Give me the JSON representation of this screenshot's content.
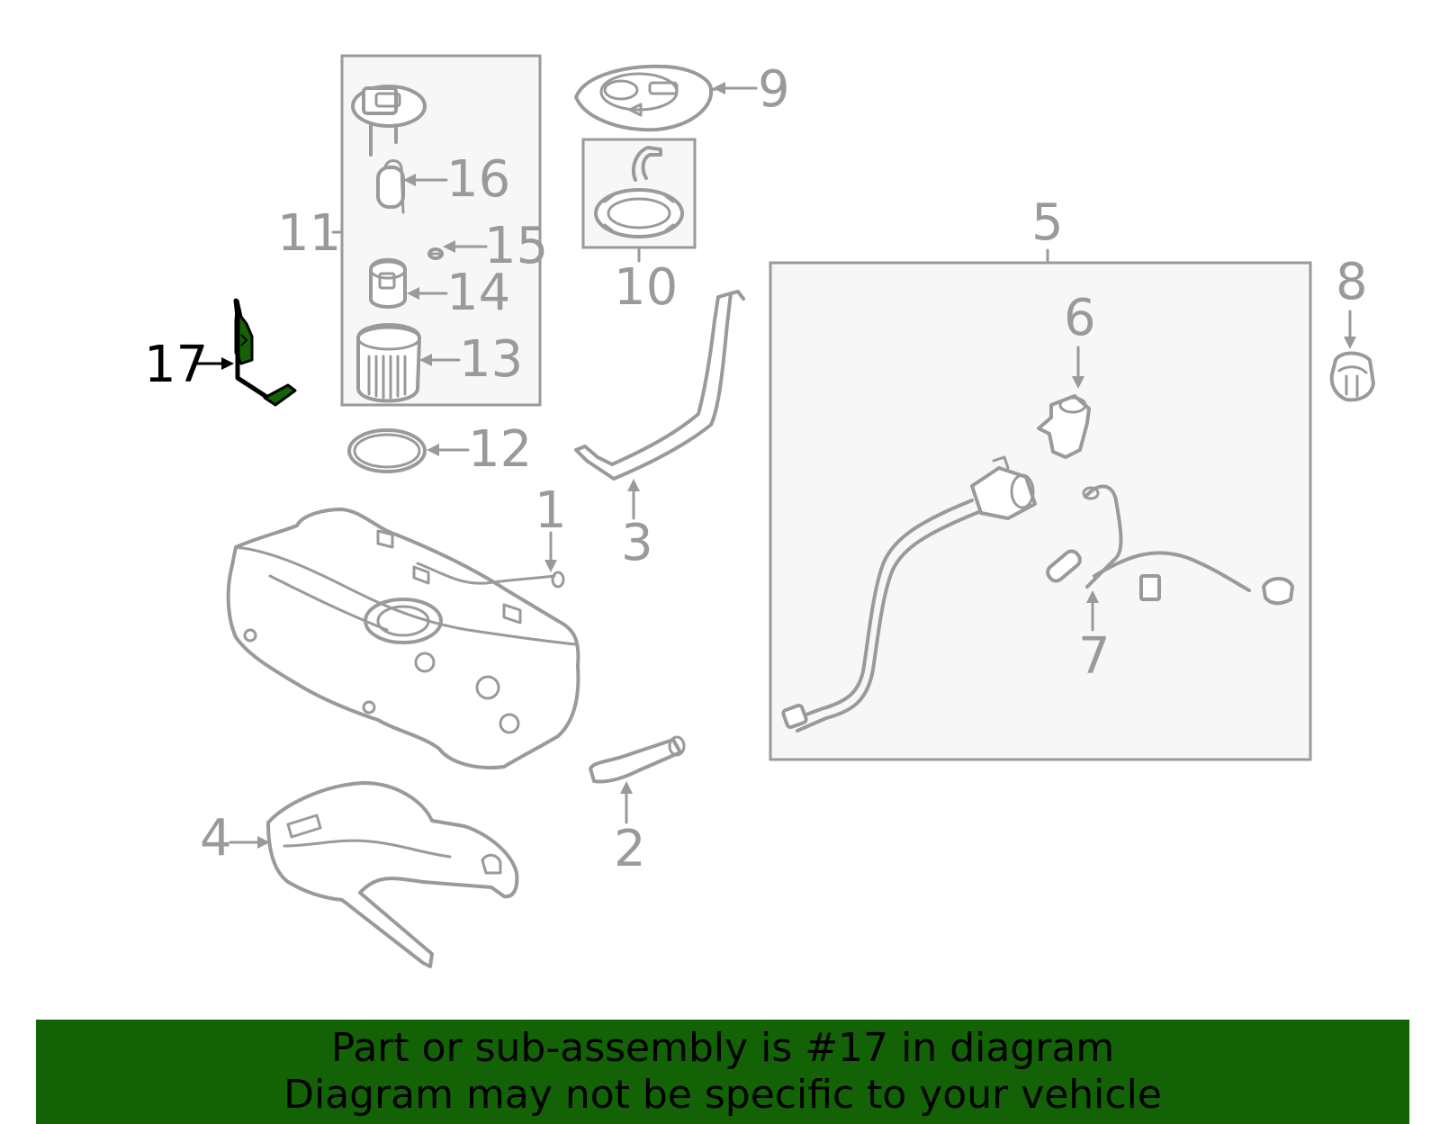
{
  "callouts": {
    "c1": "1",
    "c2": "2",
    "c3": "3",
    "c4": "4",
    "c5": "5",
    "c6": "6",
    "c7": "7",
    "c8": "8",
    "c9": "9",
    "c10": "10",
    "c11": "11",
    "c12": "12",
    "c13": "13",
    "c14": "14",
    "c15": "15",
    "c16": "16",
    "c17": "17"
  },
  "highlighted_part": "17",
  "colors": {
    "highlight": "#136306",
    "line": "#9a9a9a",
    "banner": "#136306"
  },
  "footer": {
    "line1": "Part or sub-assembly is #17 in diagram",
    "line2": "Diagram may not be specific to your vehicle"
  }
}
